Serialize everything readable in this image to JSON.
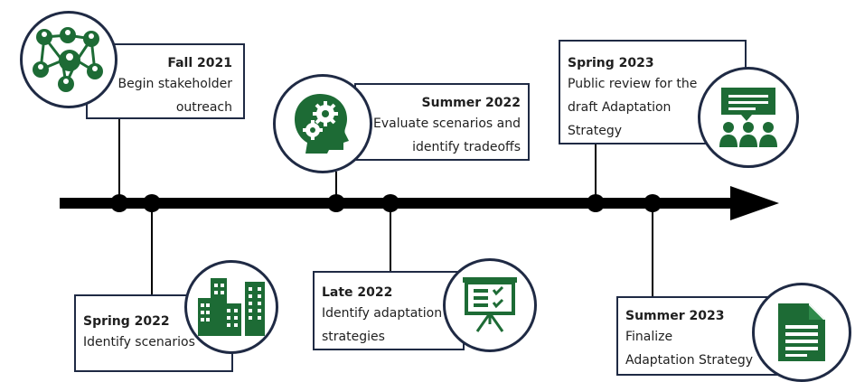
{
  "colors": {
    "navy": "#1f2a44",
    "green": "#1d6b35",
    "line": "#000000"
  },
  "milestones": [
    {
      "title": "Fall 2021",
      "line1": "Begin stakeholder",
      "line2": "outreach",
      "line3": "",
      "icon": "network-people-icon"
    },
    {
      "title": "Spring 2022",
      "line1": "Identify scenarios",
      "line2": "",
      "line3": "",
      "icon": "city-buildings-icon"
    },
    {
      "title": "Summer 2022",
      "line1": "Evaluate scenarios and",
      "line2": "identify tradeoffs",
      "line3": "",
      "icon": "head-gears-icon"
    },
    {
      "title": "Late 2022",
      "line1": "Identify adaptation",
      "line2": "strategies",
      "line3": "",
      "icon": "presentation-board-icon"
    },
    {
      "title": "Spring 2023",
      "line1": "Public review for the",
      "line2": "draft Adaptation",
      "line3": "Strategy",
      "icon": "group-discussion-icon"
    },
    {
      "title": "Summer 2023",
      "line1": "Finalize",
      "line2": "Adaptation Strategy",
      "line3": "",
      "icon": "document-icon"
    }
  ]
}
